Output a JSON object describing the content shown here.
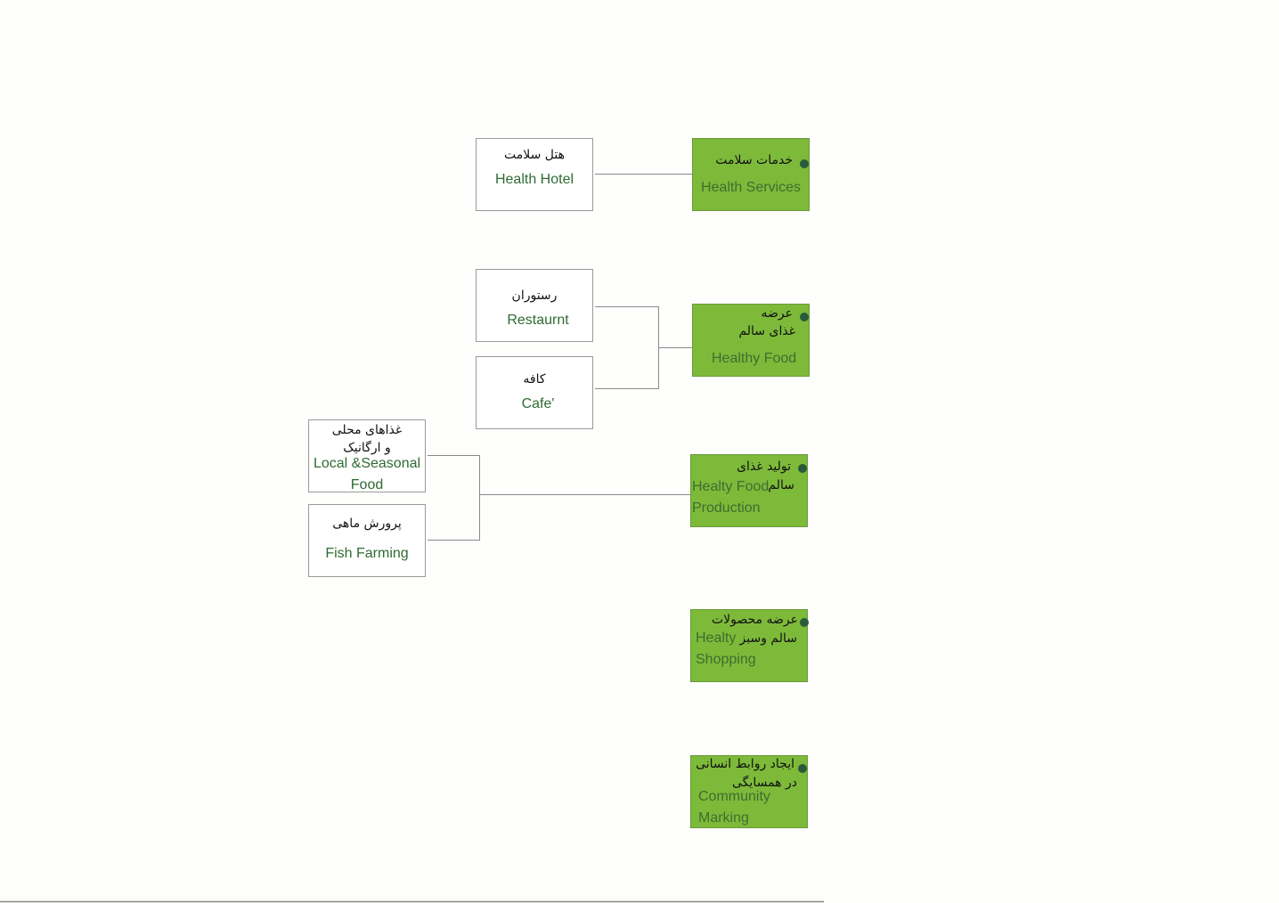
{
  "sources": [
    {
      "fa": "هتل سلامت",
      "en": "Health Hotel"
    },
    {
      "fa": "رستوران",
      "en": "Restaurnt"
    },
    {
      "fa": "کافه",
      "en": "Cafe'"
    },
    {
      "fa1": "غذاهای محلی",
      "fa2": "و ارگانیک",
      "en1": "Local &Seasonal",
      "en2": "Food"
    },
    {
      "fa": "پرورش ماهی",
      "en": "Fish Farming"
    }
  ],
  "categories": [
    {
      "fa": "خدمات سلامت",
      "en": "Health Services"
    },
    {
      "fa1": "عرضه",
      "fa2": "غذای سالم",
      "en": "Healthy Food"
    },
    {
      "fa1": "تولید غذای",
      "fa2": "سالم",
      "en1": "Healty Food",
      "en2": "Production"
    },
    {
      "fa1": "عرضه محصولات",
      "fa2": "سالم وسبز",
      "en1": "Healty",
      "en2": "Shopping"
    },
    {
      "fa1": "ایجاد روابط انسانی",
      "fa2": "در همسایگی",
      "en1": "Community",
      "en2": "Marking"
    }
  ],
  "colors": {
    "green": "#7dba3a",
    "dot": "#2a5a3a",
    "text_green": "#2f6a33"
  }
}
